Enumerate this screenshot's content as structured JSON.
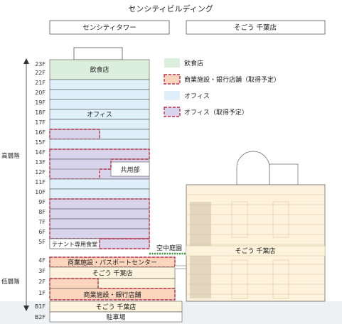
{
  "title": "センシティビルディング",
  "buildings": {
    "left": "センシティタワー",
    "right": "そごう 千葉店"
  },
  "floors": [
    "23F",
    "22F",
    "21F",
    "20F",
    "19F",
    "18F",
    "17F",
    "16F",
    "15F",
    "14F",
    "13F",
    "12F",
    "11F",
    "10F",
    "9F",
    "8F",
    "7F",
    "6F",
    "5F",
    "4F",
    "3F",
    "2F",
    "1F",
    "B1F",
    "B2F"
  ],
  "zones": {
    "high": "高層階",
    "low": "低層階"
  },
  "labels": {
    "restaurant": "飲食店",
    "office": "オフィス",
    "common": "共用部",
    "tenant_cafeteria": "テナント専用食堂",
    "sky_garden": "空中庭園",
    "commercial_passport": "商業施設・パスポートセンター",
    "sogo_3f": "そごう 千葉店",
    "sogo_annex": "そごう 千葉店",
    "commercial_bank": "商業施設・銀行店舗",
    "sogo_b1": "そごう 千葉店",
    "parking": "駐車場"
  },
  "legend": [
    {
      "label": "飲食店",
      "fill": "#dcefdc",
      "dashed": false
    },
    {
      "label": "商業施設・銀行店舗（取得予定）",
      "fill": "#fbd5bc",
      "dashed": true
    },
    {
      "label": "オフィス",
      "fill": "#dff0fa",
      "dashed": false
    },
    {
      "label": "オフィス（取得予定）",
      "fill": "#d8d4ec",
      "dashed": true
    }
  ],
  "colors": {
    "restaurant": "#dcefdc",
    "office": "#dff0fa",
    "office_acq": "#d8d4ec",
    "commercial_acq": "#fbd5bc",
    "sogo": "#fdf3dc",
    "dashed": "#c0304a",
    "garden": "#3a9a3a"
  }
}
